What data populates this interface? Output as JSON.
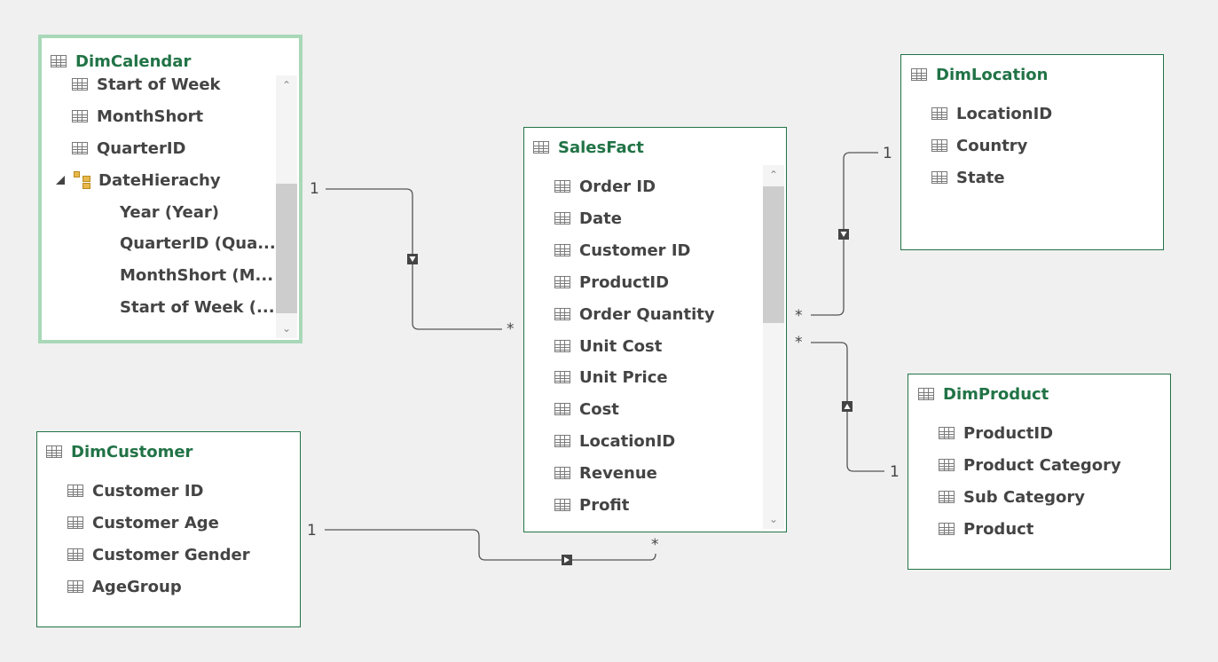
{
  "tables": {
    "dim_calendar": {
      "title": "DimCalendar",
      "columns": [
        "Start of Week",
        "MonthShort",
        "QuarterID"
      ],
      "hierarchy": {
        "name": "DateHierachy",
        "levels": [
          "Year (Year)",
          "QuarterID (Qua...",
          "MonthShort (M...",
          "Start of Week (..."
        ]
      }
    },
    "dim_location": {
      "title": "DimLocation",
      "columns": [
        "LocationID",
        "Country",
        "State"
      ]
    },
    "sales_fact": {
      "title": "SalesFact",
      "columns": [
        "Order ID",
        "Date",
        "Customer ID",
        "ProductID",
        "Order Quantity",
        "Unit Cost",
        "Unit Price",
        "Cost",
        "LocationID",
        "Revenue",
        "Profit"
      ]
    },
    "dim_product": {
      "title": "DimProduct",
      "columns": [
        "ProductID",
        "Product Category",
        "Sub Category",
        "Product"
      ]
    },
    "dim_customer": {
      "title": "DimCustomer",
      "columns": [
        "Customer ID",
        "Customer Age",
        "Customer Gender",
        "AgeGroup"
      ]
    }
  },
  "relationships": [
    {
      "from": "DimCalendar",
      "to": "SalesFact",
      "one_label": "1",
      "many_label": "*"
    },
    {
      "from": "DimLocation",
      "to": "SalesFact",
      "one_label": "1",
      "many_label": "*"
    },
    {
      "from": "DimProduct",
      "to": "SalesFact",
      "one_label": "1",
      "many_label": "*"
    },
    {
      "from": "DimCustomer",
      "to": "SalesFact",
      "one_label": "1",
      "many_label": "*"
    }
  ],
  "colors": {
    "background": "#f0f0f0",
    "table_border": "#217346",
    "title_text": "#217346",
    "selected_border": "#a8d8b8",
    "line": "#555555"
  }
}
